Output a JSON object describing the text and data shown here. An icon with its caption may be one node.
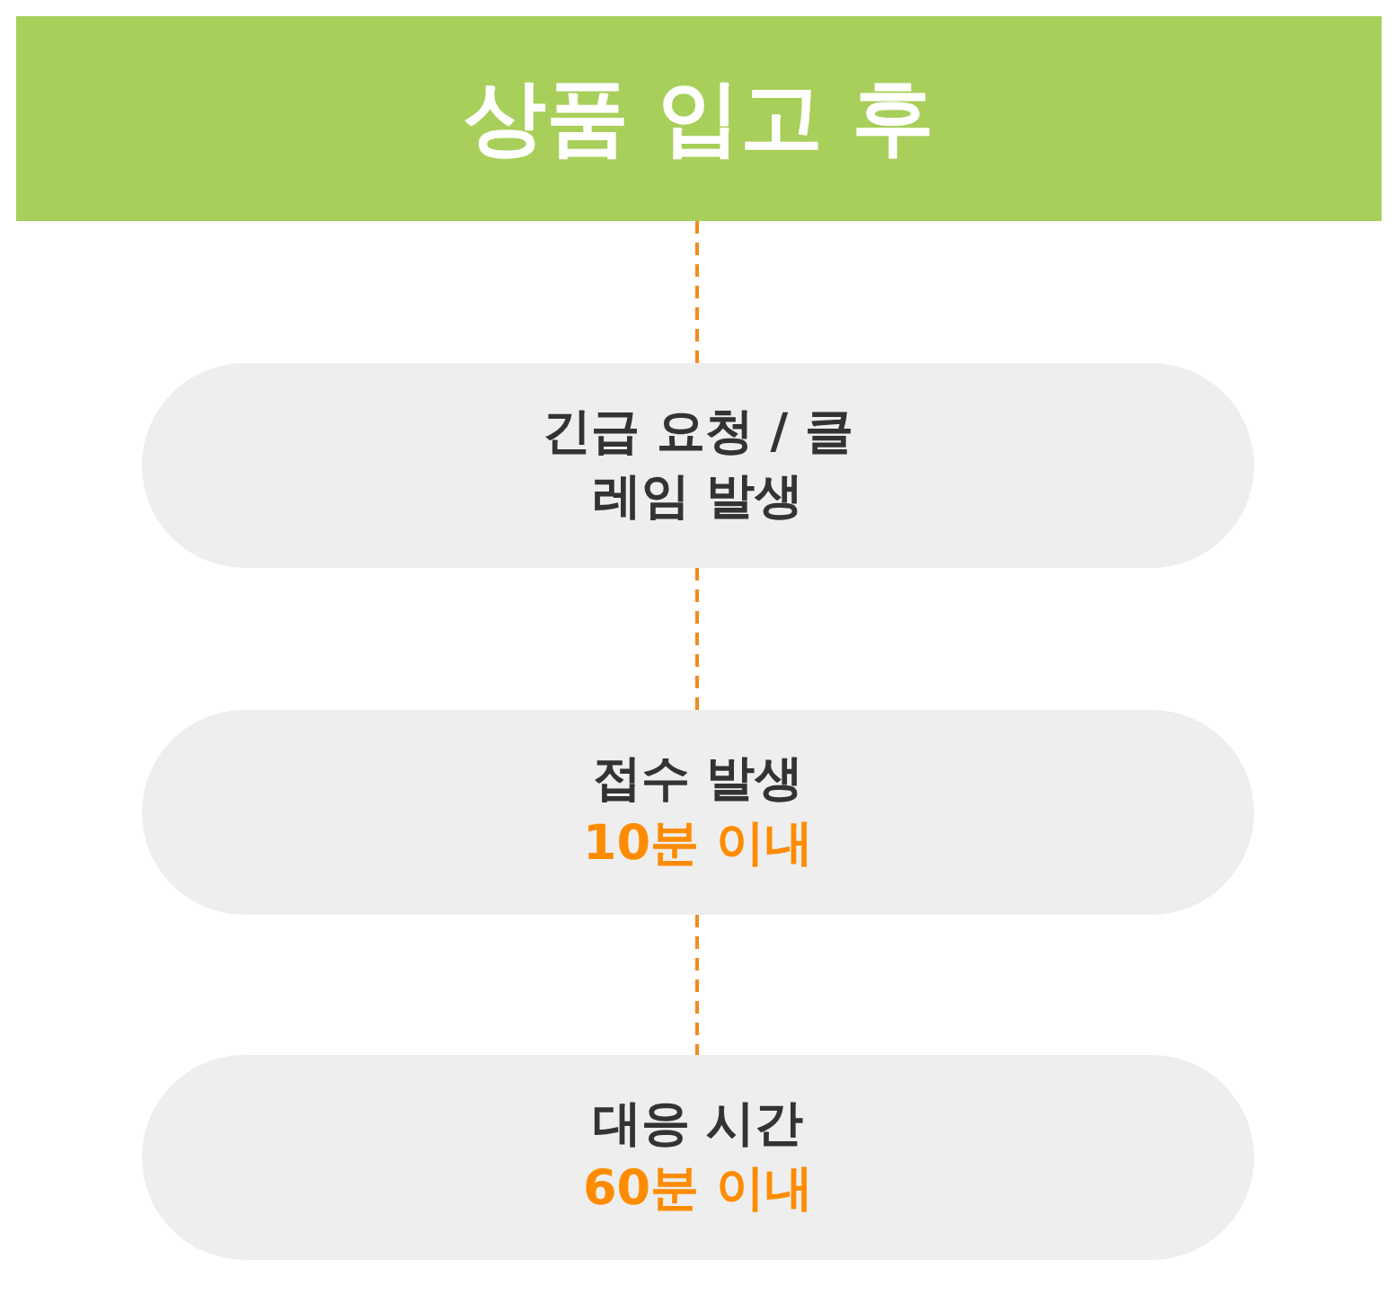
{
  "diagram": {
    "nodes": [
      {
        "text": [
          "상품 입고 후"
        ]
      },
      {
        "text": [
          "긴급 요청 / 클레임 발생"
        ]
      },
      {
        "text": [
          "접수 발생",
          "10분 이내"
        ]
      },
      {
        "text": [
          "대응 시간",
          "60분 이내"
        ]
      }
    ],
    "edges": [
      {
        "from": 0,
        "to": 1,
        "arrow": "none",
        "style": "dashed",
        "color": "#f28a1e"
      },
      {
        "from": 1,
        "to": 2,
        "arrow": "none",
        "style": "dashed",
        "color": "#f28a1e"
      },
      {
        "from": 2,
        "to": 3,
        "arrow": "none",
        "style": "dashed",
        "color": "#f28a1e"
      }
    ]
  }
}
